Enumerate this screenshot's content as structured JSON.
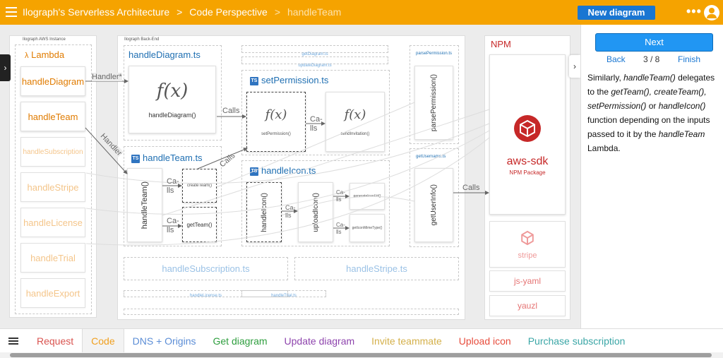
{
  "header": {
    "crumbs": [
      "Ilograph's Serverless Architecture",
      "Code Perspective",
      "handleTeam"
    ],
    "separator": ">",
    "new_diagram": "New diagram",
    "more": "•••"
  },
  "diagram": {
    "aws_instance_label": "Ilograph AWS Instance",
    "backend_label": "Ilograph Back-End",
    "lambda": {
      "title": "Lambda",
      "items": [
        "handleDiagram",
        "handleTeam",
        "handleSubscription",
        "handleStripe",
        "handleLicense",
        "handleTrial",
        "handleExport"
      ]
    },
    "edges": {
      "handler_star": "Handler*",
      "handler": "Handler",
      "calls": "Calls",
      "ca": "Ca-",
      "lls": "lls"
    },
    "fx": "f(x)",
    "handleDiagram_ts": {
      "title": "handleDiagram.ts",
      "fn": "handleDiagram()"
    },
    "getDiagram_ts": "getDiagram.ts",
    "updateDiagram_ts": "updateDiagram.ts",
    "setPermission_ts": {
      "title": "setPermission.ts",
      "fn1": "setPermission()",
      "fn2": "sendInvitation()"
    },
    "handleTeam_ts": {
      "title": "handleTeam.ts",
      "main": "handleTeam()",
      "fn1": "createTeam()",
      "fn2": "getTeam()"
    },
    "handleIcon_ts": {
      "title": "handleIcon.ts",
      "main": "handleIcon()",
      "mid": "uploadIcon()",
      "fn1": "generateIconUrl()",
      "fn2": "getIconMimeType()"
    },
    "parsePermission_ts": {
      "title": "parsePermission.ts",
      "fn": "parsePermission()"
    },
    "getUsername_ts": {
      "title": "getUsername.ts",
      "fn": "getUserInfo()"
    },
    "handleSubscription_ts": "handleSubscription.ts",
    "handleStripe_ts": "handleStripe.ts",
    "handleLicense_ts": "handleLicense.ts",
    "handleTrial_ts": "handleTrial.ts",
    "npm": {
      "title": "NPM",
      "main": "aws-sdk",
      "sub": "NPM Package",
      "items": [
        "stripe",
        "js-yaml",
        "yauzl"
      ]
    }
  },
  "sidebar": {
    "next": "Next",
    "back": "Back",
    "progress": "3 / 8",
    "finish": "Finish",
    "text": [
      {
        "t": "Similarly, ",
        "i": false
      },
      {
        "t": "handleTeam()",
        "i": true
      },
      {
        "t": " delegates to the ",
        "i": false
      },
      {
        "t": "getTeam(),",
        "i": true
      },
      {
        "t": " ",
        "i": false
      },
      {
        "t": "createTeam(), setPermission()",
        "i": true
      },
      {
        "t": " or ",
        "i": false
      },
      {
        "t": "handleIcon()",
        "i": true
      },
      {
        "t": " function depending on the inputs passed to it by the ",
        "i": false
      },
      {
        "t": "handleTeam",
        "i": true
      },
      {
        "t": " Lambda.",
        "i": false
      }
    ]
  },
  "tabs": [
    {
      "label": "Request",
      "color": "#d9534f"
    },
    {
      "label": "Code",
      "color": "#f0a020",
      "active": true
    },
    {
      "label": "DNS + Origins",
      "color": "#5b8dd6"
    },
    {
      "label": "Get diagram",
      "color": "#2e9e3e"
    },
    {
      "label": "Update diagram",
      "color": "#8e44ad"
    },
    {
      "label": "Invite teammate",
      "color": "#d4b04a"
    },
    {
      "label": "Upload icon",
      "color": "#e74c3c"
    },
    {
      "label": "Purchase subscription",
      "color": "#3aa6a6"
    }
  ],
  "colors": {
    "accent": "#f5a300",
    "primary": "#1976d2",
    "lambda": "#e07b00",
    "npm": "#c62828"
  }
}
